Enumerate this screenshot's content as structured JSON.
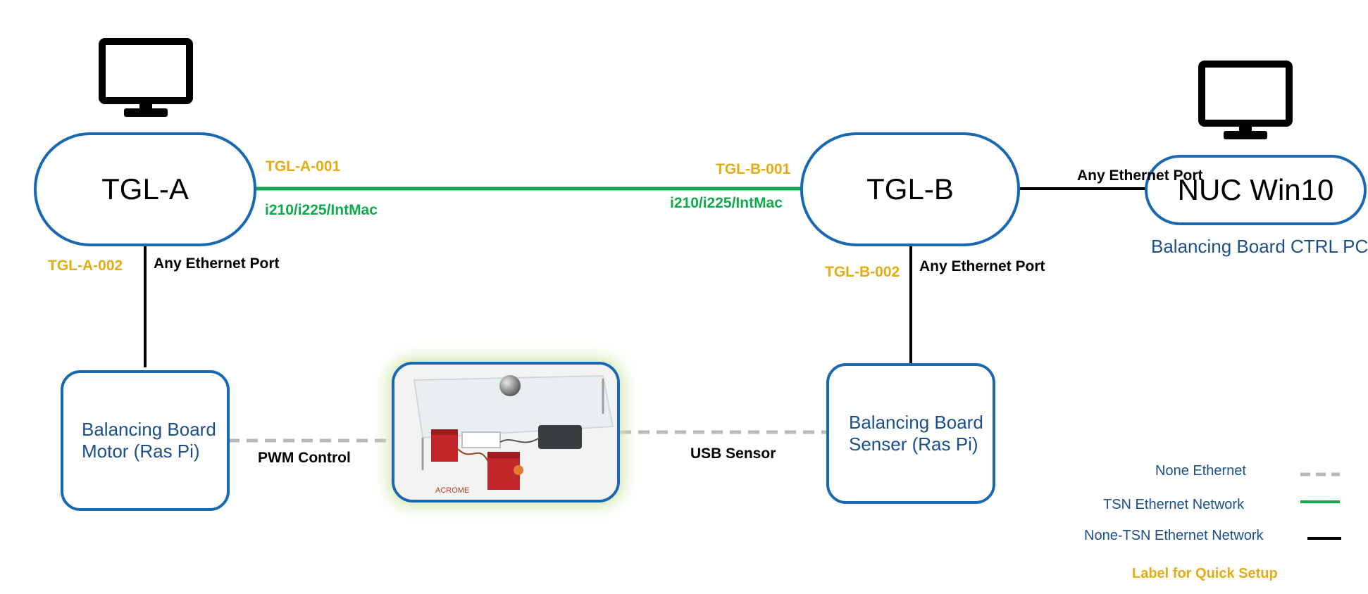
{
  "nodes": {
    "tgl_a": "TGL-A",
    "tgl_b": "TGL-B",
    "nuc": "NUC Win10",
    "nuc_caption": "Balancing Board CTRL PC",
    "motor_line1": "Balancing Board",
    "motor_line2": "Motor (Ras Pi)",
    "senser_line1": "Balancing Board",
    "senser_line2": "Senser (Ras Pi)"
  },
  "labels": {
    "tgl_a_001": "TGL-A-001",
    "tgl_a_002": "TGL-A-002",
    "tgl_b_001": "TGL-B-001",
    "tgl_b_002": "TGL-B-002",
    "nic_a": "i210/i225/IntMac",
    "nic_b": "i210/i225/IntMac",
    "any_port_a": "Any Ethernet Port",
    "any_port_b": "Any Ethernet Port",
    "any_port_nuc": "Any Ethernet Port",
    "pwm": "PWM Control",
    "usb": "USB Sensor",
    "board_brand": "ACROME"
  },
  "legend": {
    "none_ethernet": "None Ethernet",
    "tsn": "TSN Ethernet Network",
    "none_tsn": "None-TSN Ethernet Network",
    "quick_setup": "Label for Quick Setup"
  },
  "icons": [
    "monitor-icon",
    "balancing-board-photo"
  ],
  "colors": {
    "node_border": "#1a68b3",
    "tsn_line": "#12a94c",
    "ethernet_line": "#000000",
    "none_ethernet_line": "#b8b8b8",
    "quick_setup_label": "#e4ac13"
  }
}
